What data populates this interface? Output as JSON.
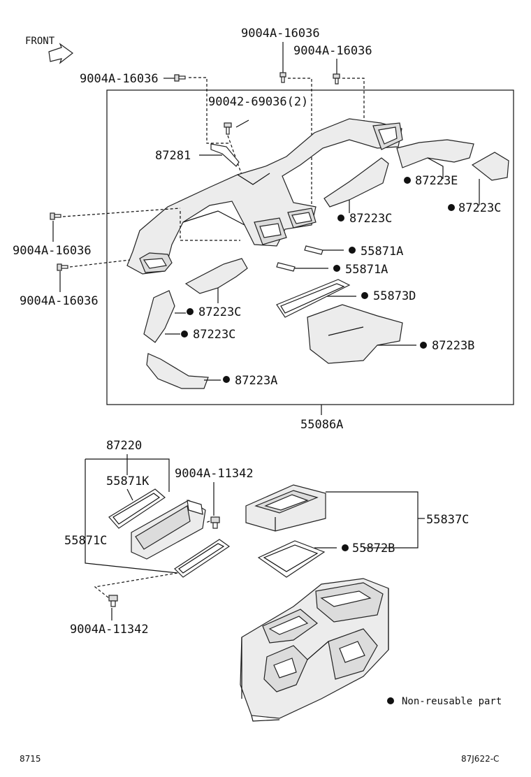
{
  "labels": {
    "front": "FRONT",
    "bolt_top_center": "9004A-16036",
    "bolt_top_right": "9004A-16036",
    "bolt_top_left": "9004A-16036",
    "bolt_left_upper": "9004A-16036",
    "bolt_left_lower": "9004A-16036",
    "screw_group": "90042-69036(2)",
    "p87281": "87281",
    "p87223E": "87223E",
    "p87223C_r": "87223C",
    "p87223C_mid": "87223C",
    "p55871A_1": "55871A",
    "p55871A_2": "55871A",
    "p55873D": "55873D",
    "p87223C_l1": "87223C",
    "p87223C_l2": "87223C",
    "p87223B": "87223B",
    "p87223A": "87223A",
    "assy_55086A": "55086A",
    "assy_87220": "87220",
    "p55871K": "55871K",
    "bolt_11342_top": "9004A-11342",
    "p55871C": "55871C",
    "bolt_11342_bottom": "9004A-11342",
    "assy_55837C": "55837C",
    "p55872B": "55872B",
    "legend_nonreusable": "Non-reusable part",
    "footer_left": "8715",
    "footer_right": "87J622-C"
  }
}
